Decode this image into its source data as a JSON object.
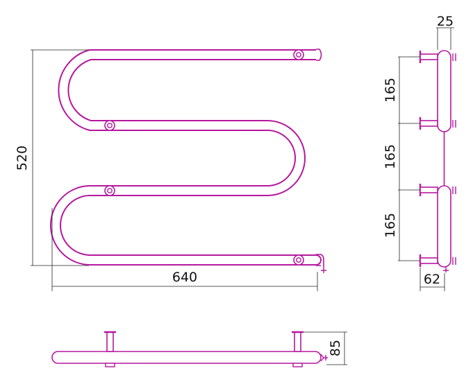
{
  "colors": {
    "tube": "#b5179e",
    "tube_inner": "#ffffff",
    "dimension": "#222222"
  },
  "front_view": {
    "height_label": "520",
    "width_label": "640"
  },
  "side_view": {
    "top_label": "25",
    "spacing_labels": [
      "165",
      "165",
      "165"
    ],
    "bottom_label": "62"
  },
  "top_view": {
    "depth_label": "85"
  }
}
